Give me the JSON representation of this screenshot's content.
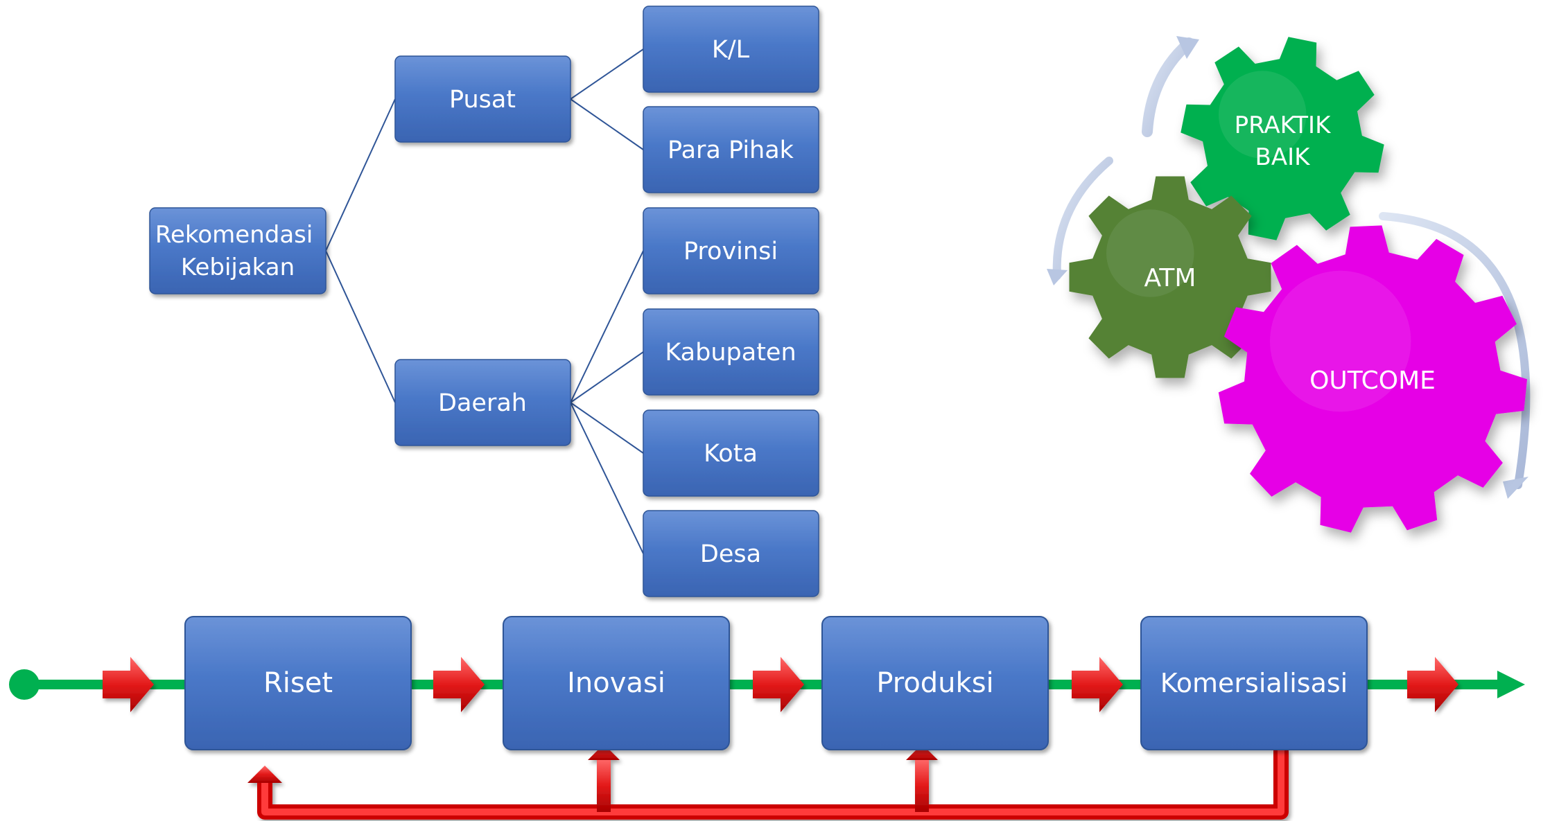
{
  "tree": {
    "root": "Rekomendasi Kebijakan",
    "branches": [
      {
        "label": "Pusat",
        "children": [
          "K/L",
          "Para Pihak"
        ]
      },
      {
        "label": "Daerah",
        "children": [
          "Provinsi",
          "Kabupaten",
          "Kota",
          "Desa"
        ]
      }
    ]
  },
  "process": {
    "steps": [
      "Riset",
      "Inovasi",
      "Produksi",
      "Komersialisasi"
    ]
  },
  "gears": [
    {
      "id": "praktik",
      "label": "PRAKTIK BAIK",
      "color": "#00b050"
    },
    {
      "id": "atm",
      "label": "ATM",
      "color": "#548235"
    },
    {
      "id": "outcome",
      "label": "OUTCOME",
      "color": "#e600e6"
    }
  ],
  "colors": {
    "box": "#4472c4",
    "line_green": "#00b050",
    "arrow_red": "#e31a1a",
    "connector": "#2f5597"
  }
}
